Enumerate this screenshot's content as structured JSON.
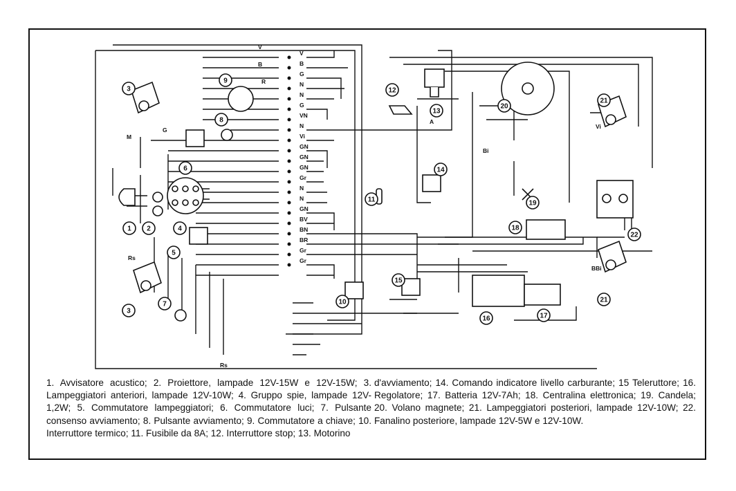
{
  "caption": {
    "left": "1. Avvisatore acustico; 2. Proiettore, lampade 12V-15W e 12V-15W; 3. Lampeggiatori anteriori, lampade 12V-10W; 4. Gruppo spie, lampade 12V-1,2W; 5. Commutatore lampeggiatori; 6. Commutatore luci; 7. Pulsante consenso avviamento; 8. Pulsante avviamento; 9. Commutatore a chiave; 10. Interruttore termico; 11. Fusibile da 8A; 12. Interruttore stop; 13. Motorino",
    "right": "d'avviamento; 14. Comando indicatore livello carburante; 15 Teleruttore; 16. Regolatore; 17. Batteria 12V-7Ah; 18. Centralina elettronica; 19. Candela; 20. Volano magnete; 21. Lampeggiatori posteriori, lampade 12V-10W; 22. Fanalino posteriore, lampade 12V-5W e 12V-10W."
  },
  "components": [
    "1",
    "2",
    "3",
    "4",
    "5",
    "6",
    "7",
    "8",
    "9",
    "10",
    "11",
    "12",
    "13",
    "14",
    "15",
    "16",
    "17",
    "18",
    "19",
    "20",
    "21",
    "22",
    "3",
    "21"
  ],
  "terminal_labels": [
    "V",
    "B",
    "G",
    "N",
    "N",
    "G",
    "VN",
    "N",
    "Vi",
    "GN",
    "GN",
    "GN",
    "Gr",
    "N",
    "N",
    "GN",
    "BV",
    "BN",
    "BR",
    "Gr",
    "Gr"
  ],
  "wire_labels": {
    "top_v": "V",
    "top_b": "B",
    "r": "R",
    "m": "M",
    "g": "G",
    "vi": "Vi",
    "rs": "Rs",
    "bbi": "BBi",
    "a": "A",
    "bi": "Bi",
    "s": "Rs"
  }
}
